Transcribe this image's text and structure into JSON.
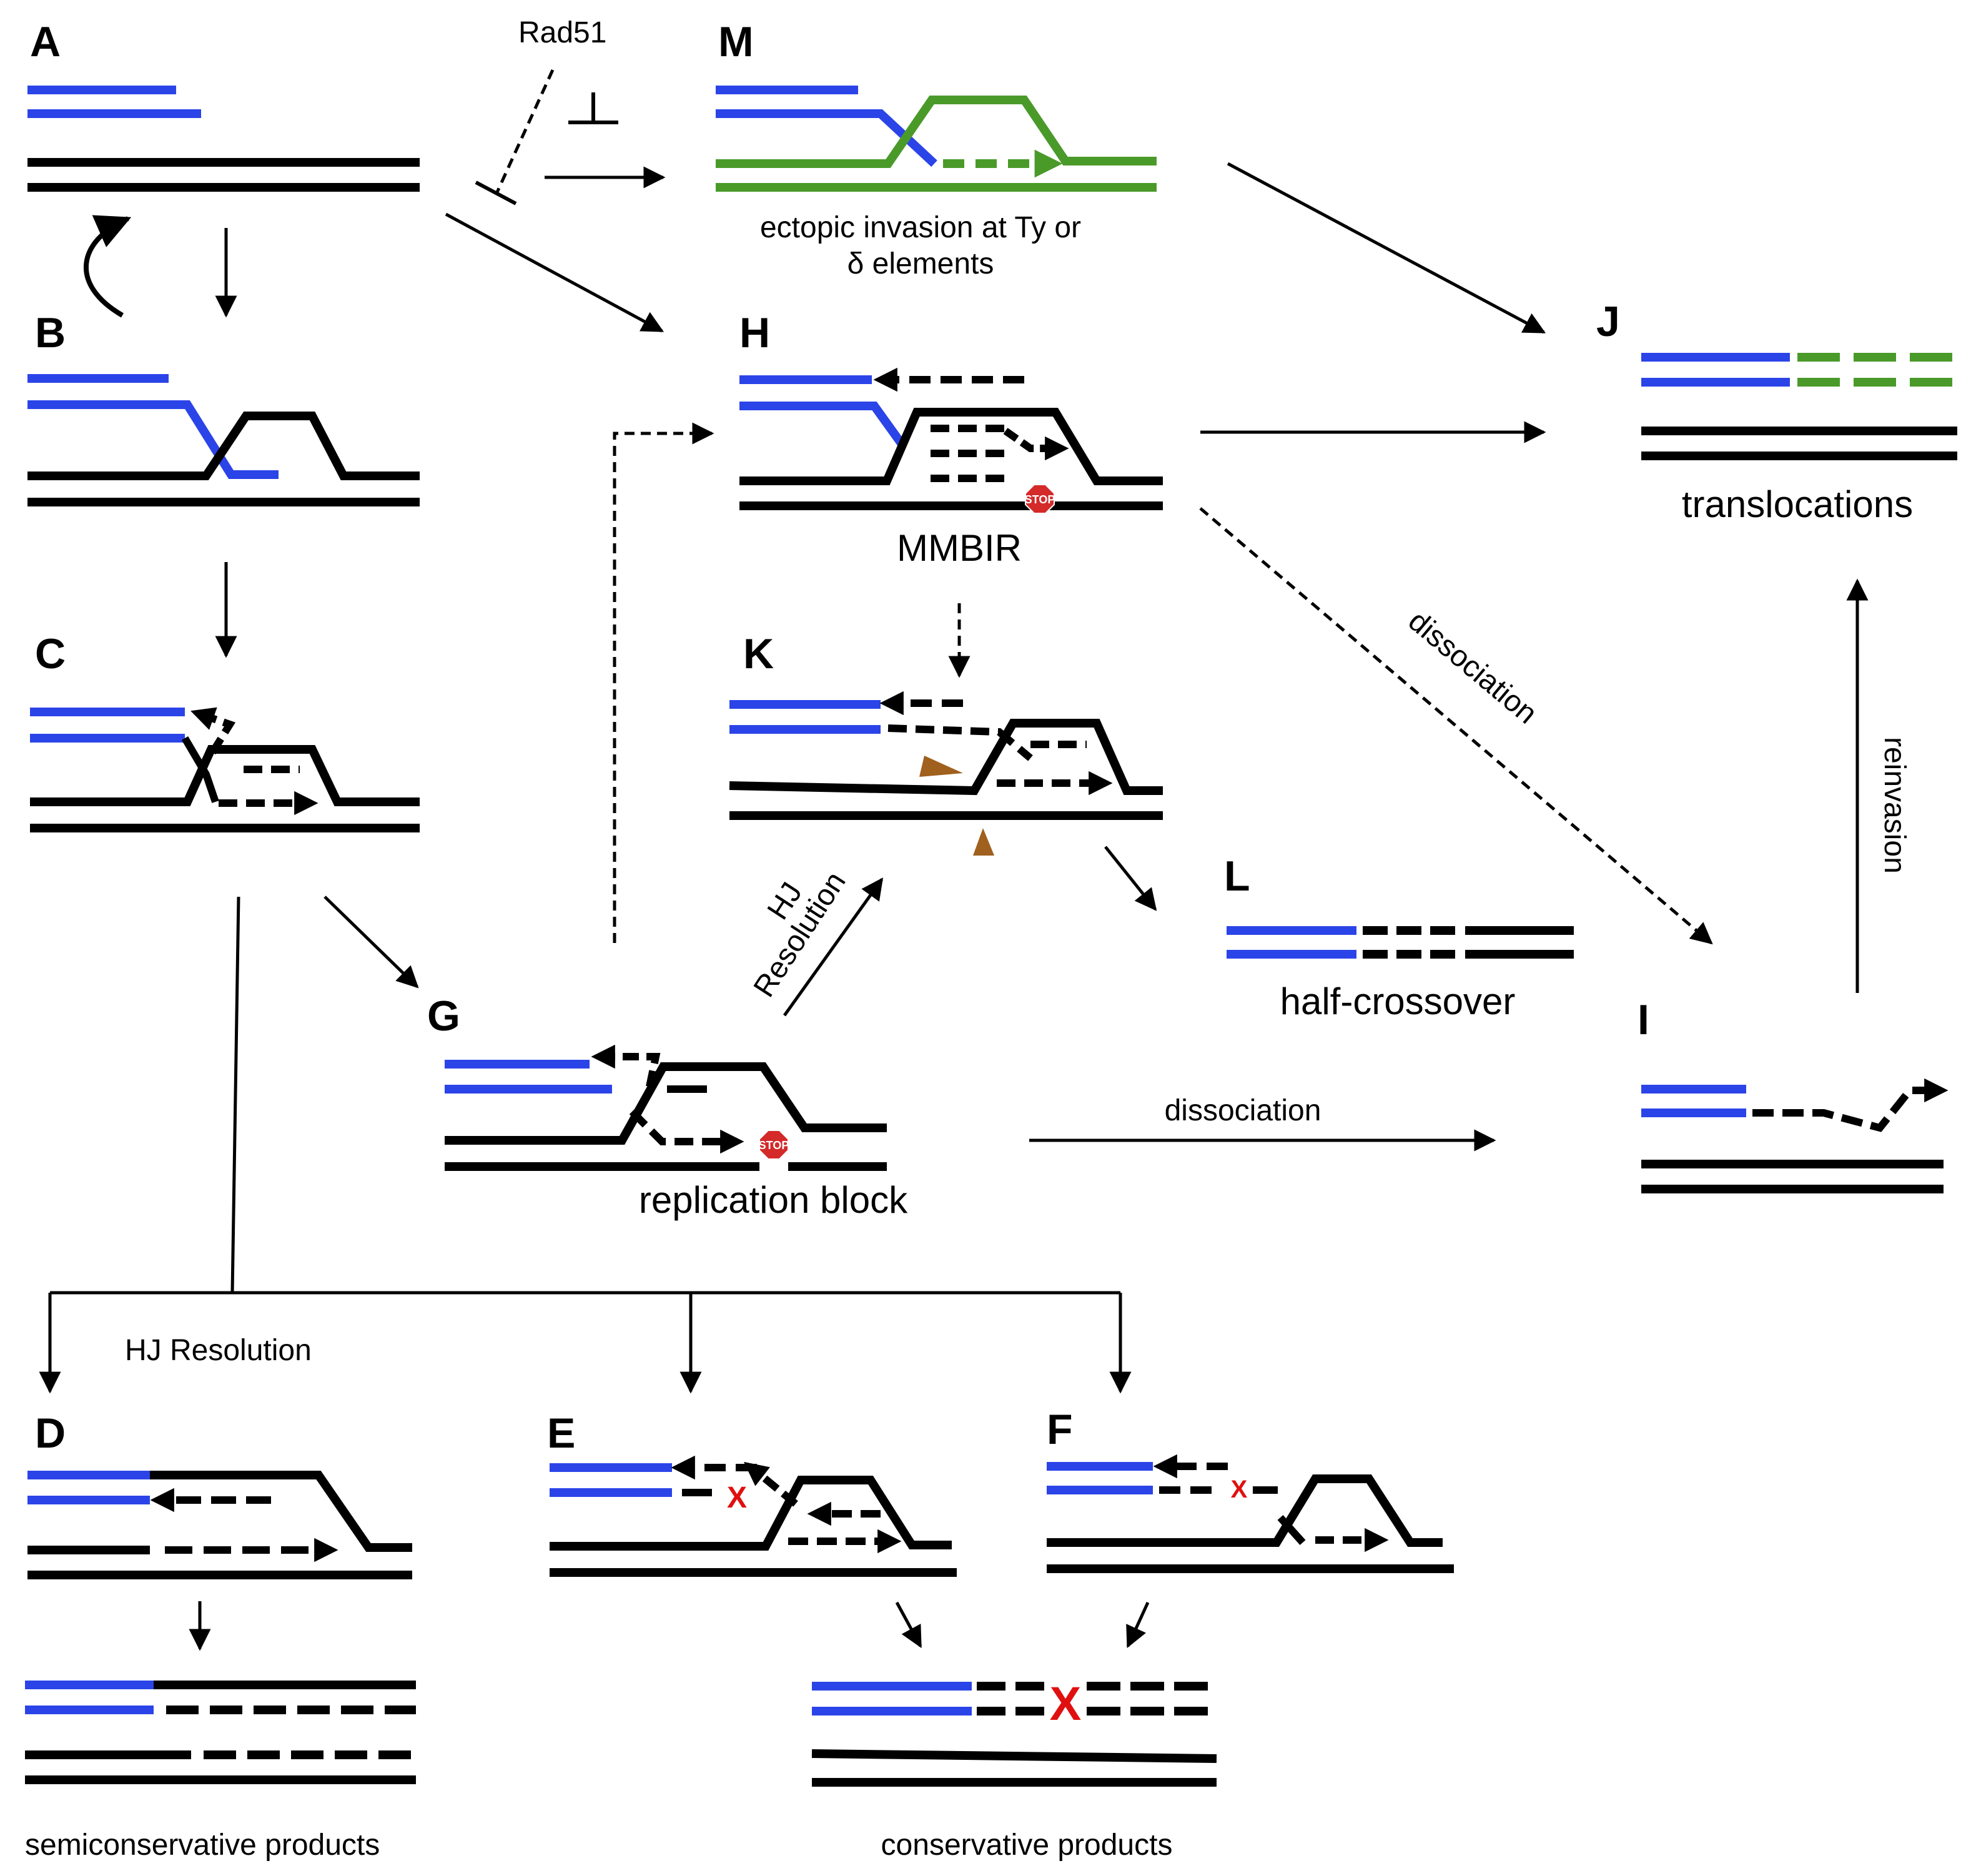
{
  "figure": {
    "panels": [
      "A",
      "B",
      "C",
      "D",
      "E",
      "F",
      "G",
      "H",
      "I",
      "J",
      "K",
      "L",
      "M"
    ],
    "labels": {
      "rad51": "Rad51",
      "m_caption_1": "ectopic invasion at Ty or",
      "m_caption_2": "δ elements",
      "mmbir": "MMBIR",
      "translocations": "translocations",
      "dissociation_hi": "dissociation",
      "dissociation_g": "dissociation",
      "reinvasion": "reinvasion",
      "hj_resolution_diag_1": "HJ",
      "hj_resolution_diag_2": "Resolution",
      "half_crossover": "half-crossover",
      "replication_block": "replication block",
      "hj_resolution": "HJ Resolution",
      "semiconservative": "semiconservative products",
      "conservative": "conservative products",
      "stop": "STOP",
      "crossover_mark": "X"
    },
    "colors": {
      "donor_strand": "#2b44e8",
      "template_strand": "#000000",
      "ectopic_strand": "#4a9a2a",
      "cleavage_site": "#a0601e",
      "stop_sign": "#d42a2a",
      "crossover_mark": "#e01010"
    }
  }
}
